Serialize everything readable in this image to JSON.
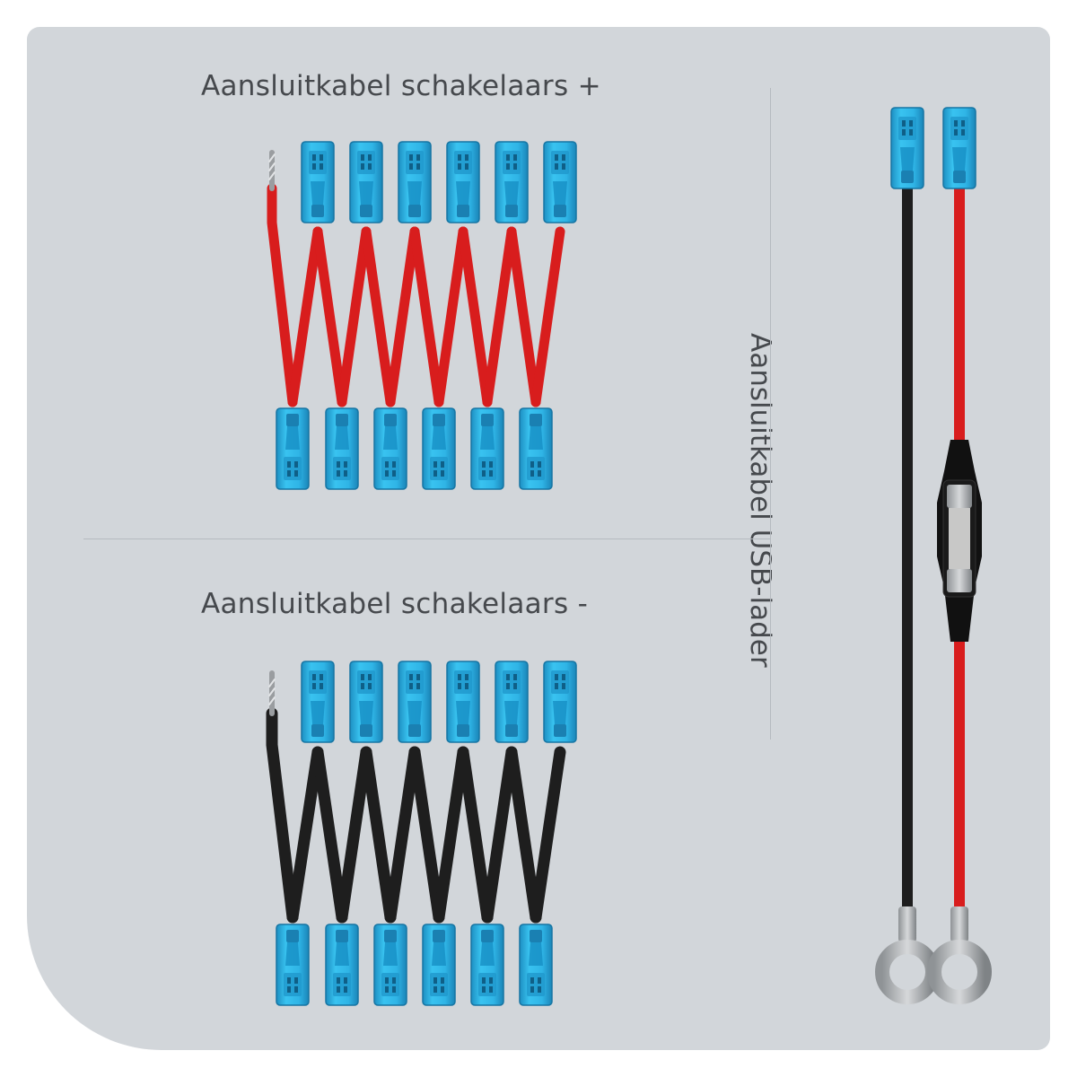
{
  "texts": {
    "plus_title": "Aansluitkabel schakelaars +",
    "minus_title": "Aansluitkabel schakelaars -",
    "usb_title": "Aansluitkabel USB-lader"
  },
  "colors": {
    "background_panel": "#d2d6da",
    "connector_blue": "#2aaee0",
    "wire_red": "#d81d1d",
    "wire_black": "#1e1e1e"
  },
  "icons": {
    "connector": "blue-insulated-flat-connector-icon",
    "fuse": "inline-fuse-holder-icon",
    "ring": "ring-terminal-icon"
  }
}
